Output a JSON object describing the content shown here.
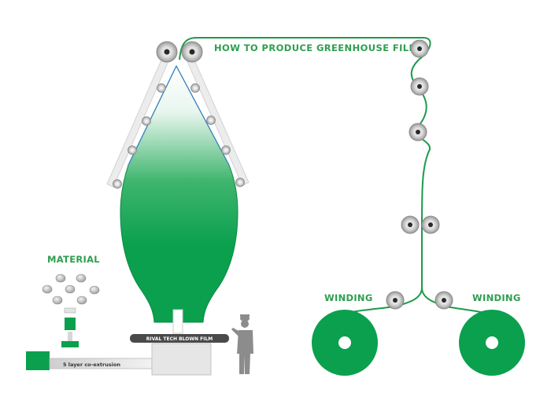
{
  "title": "HOW TO PRODUCE GREENHOUSE FILM?",
  "labels": {
    "material": "MATERIAL",
    "winding_left": "WINDING",
    "winding_right": "WINDING",
    "die_plate": "RIVAL TECH BLOWN FILM",
    "extrusion": "5 layer co-extrusion"
  },
  "colors": {
    "film_green": "#0aa04e",
    "label_green": "#2e9e4f",
    "film_line": "#1e9a4b",
    "blue_edge": "#3b82c4",
    "frame_gray": "#e6e6e6",
    "roller_gray": "#9a9a9a",
    "machine_gray": "#d0d0d0",
    "die_dark": "#4a4a4a",
    "operator": "#8c8c8c"
  },
  "icons": {
    "roller": "roller-icon",
    "pellet": "pellet-icon",
    "operator": "operator-icon",
    "winding_reel": "winding-reel-icon"
  }
}
